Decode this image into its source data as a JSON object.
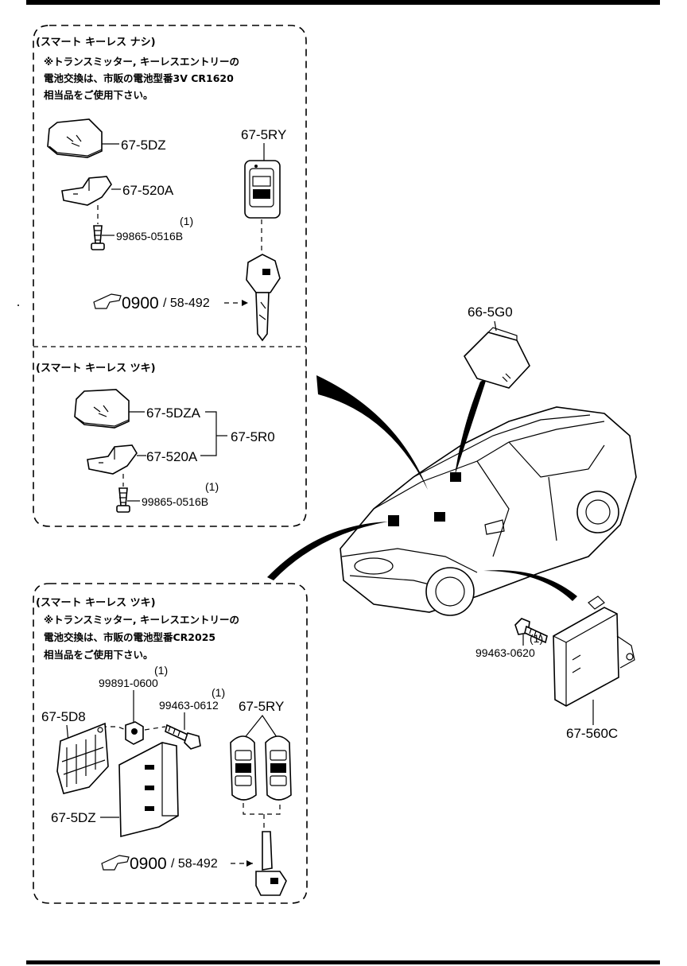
{
  "panel_top": {
    "header_no_smart": "(スマート キーレス ナシ)",
    "note_lines": [
      "※トランスミッター, キーレスエントリーの",
      "電池交換は、市販の電池型番3V CR1620",
      "相当品をご使用下さい。"
    ],
    "parts": {
      "p_67_5DZ": "67-5DZ",
      "p_67_520A": "67-520A",
      "p_99865": "99865-0516B",
      "p_99865_qty": "(1)",
      "p_67_5RY": "67-5RY",
      "ref_main": "0900",
      "ref_sub": "/ 58-492"
    },
    "header_smart": "(スマート キーレス ツキ)",
    "parts2": {
      "p_67_5DZA": "67-5DZA",
      "p_67_5R0": "67-5R0",
      "p_67_520A": "67-520A",
      "p_99865": "99865-0516B",
      "p_99865_qty": "(1)"
    }
  },
  "panel_bottom": {
    "header": "(スマート キーレス ツキ)",
    "note_lines": [
      "※トランスミッター, キーレスエントリーの",
      "電池交換は、市販の電池型番CR2025",
      "相当品をご使用下さい。"
    ],
    "parts": {
      "p_99891": "99891-0600",
      "p_99891_qty": "(1)",
      "p_99463": "99463-0612",
      "p_99463_qty": "(1)",
      "p_67_5D8": "67-5D8",
      "p_67_5RY": "67-5RY",
      "p_67_5DZ": "67-5DZ",
      "ref_main": "0900",
      "ref_sub": "/ 58-492"
    }
  },
  "right": {
    "p_66_5G0": "66-5G0",
    "p_99463_0620": "99463-0620",
    "p_99463_0620_qty": "(1)",
    "p_67_560C": "67-560C"
  },
  "icons": {
    "ref_pointer": "pointing-hand-icon"
  }
}
